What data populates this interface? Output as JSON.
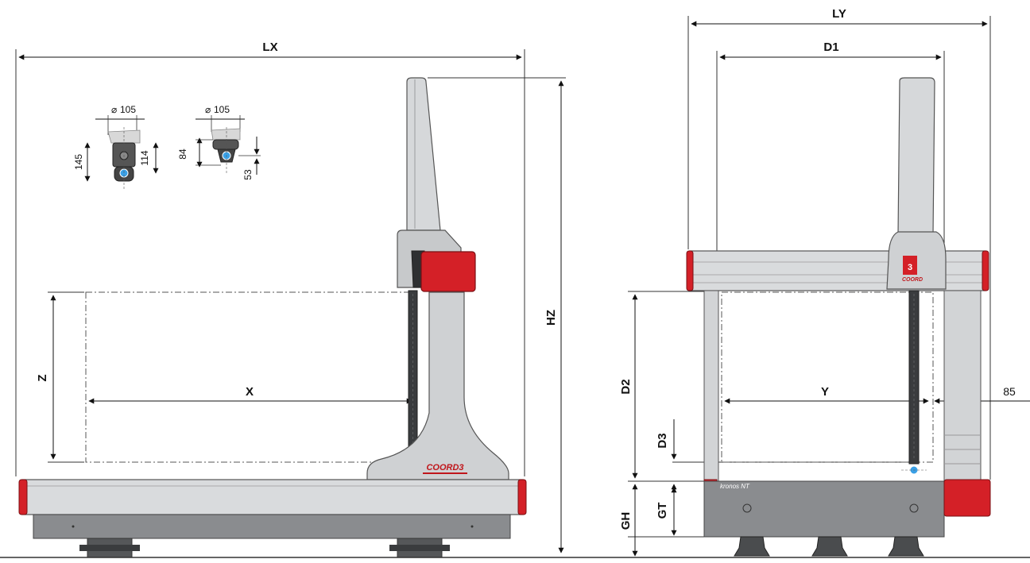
{
  "side_view": {
    "dim_lx": "LX",
    "dim_hz": "HZ",
    "dim_z": "Z",
    "dim_x": "X",
    "brand_label": "COORD3"
  },
  "probe_left": {
    "diameter_label": "105",
    "height_outer": "145",
    "height_inner": "114"
  },
  "probe_right": {
    "diameter_label": "105",
    "height_outer": "84",
    "height_inner": "53"
  },
  "front_view": {
    "dim_ly": "LY",
    "dim_d1": "D1",
    "dim_d2": "D2",
    "dim_d3": "D3",
    "dim_y": "Y",
    "dim_offset": "85",
    "dim_gh": "GH",
    "dim_gt": "GT",
    "model_label": "kronos NT",
    "logo_label": "COORD"
  },
  "colors": {
    "accent_red": "#d42027",
    "frame_grey": "#cfd2d5",
    "base_grey": "#8a8c8f",
    "column_dark": "#3a3c3e"
  }
}
